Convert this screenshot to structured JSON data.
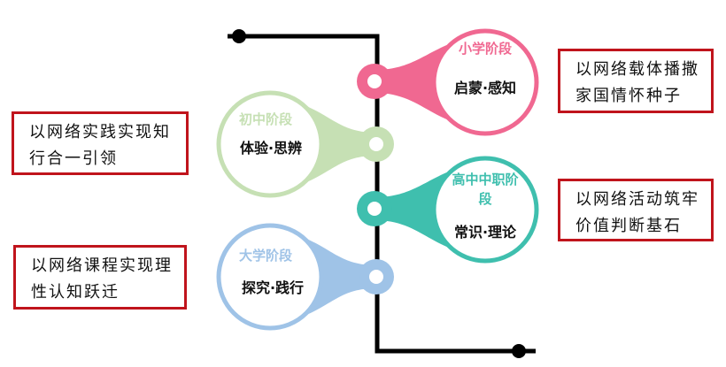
{
  "stages": [
    {
      "name": "小学阶段",
      "keywords": "启蒙·感知",
      "color": "#f06891"
    },
    {
      "name": "初中阶段",
      "keywords": "体验·思辨",
      "color": "#c6e0b4"
    },
    {
      "name": "高中中职阶段",
      "keywords": "常识·理论",
      "color": "#3fbfae"
    },
    {
      "name": "大学阶段",
      "keywords": "探究·践行",
      "color": "#9fc3e7"
    }
  ],
  "boxes": [
    {
      "text": "以网络载体播撒家国情怀种子"
    },
    {
      "text": "以网络实践实现知行合一引领"
    },
    {
      "text": "以网络活动筑牢价值判断基石"
    },
    {
      "text": "以网络课程实现理性认知跃迁"
    }
  ],
  "colors": {
    "line": "#000000",
    "box_border": "#c0141c"
  }
}
